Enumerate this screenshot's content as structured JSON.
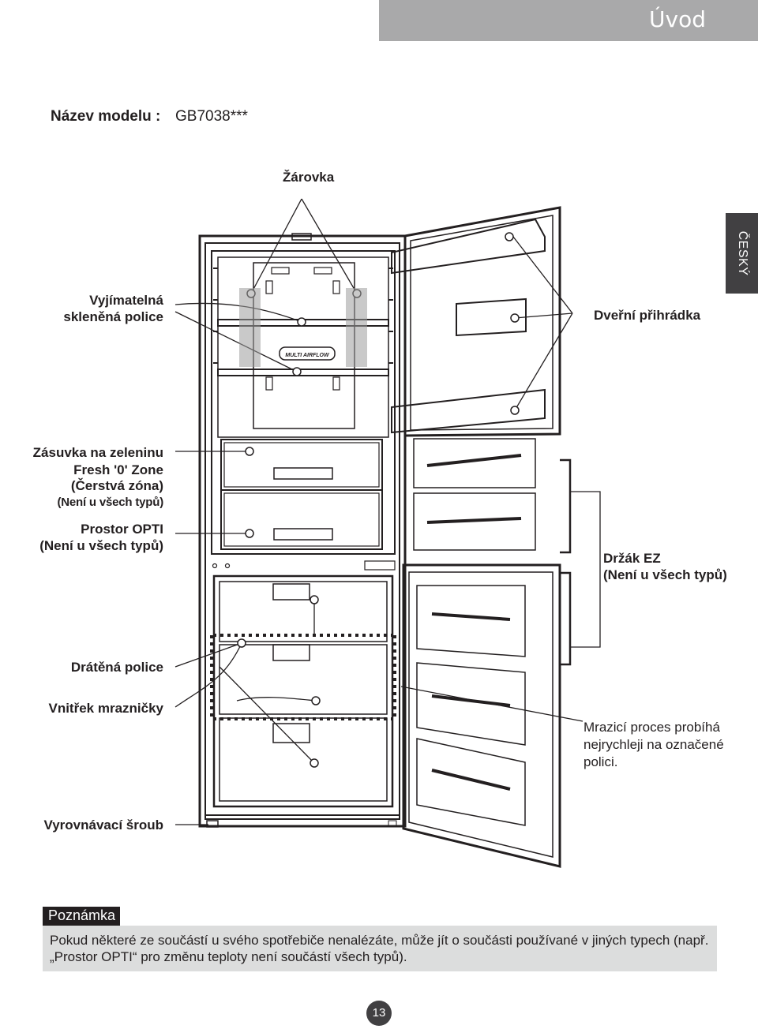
{
  "header": {
    "title": "Úvod"
  },
  "language_tab": {
    "label": "ČESKÝ"
  },
  "model": {
    "label": "Název modelu :",
    "value": "GB7038***"
  },
  "labels": {
    "bulb": "Žárovka",
    "glass_shelf_1": "Vyjímatelná",
    "glass_shelf_2": "skleněná police",
    "door_bin": "Dveřní přihrádka",
    "veg_drawer": "Zásuvka na zeleninu",
    "fresh_zone_1": "Fresh '0' Zone",
    "fresh_zone_2": "(Čerstvá zóna)",
    "fresh_zone_3": "(Není u všech typů)",
    "opti_1": "Prostor OPTI",
    "opti_2": "(Není u všech typů)",
    "ez_handle_1": "Držák EZ",
    "ez_handle_2": "(Není u všech typů)",
    "wire_shelf": "Drátěná police",
    "freezer_inside": "Vnitřek mrazničky",
    "freeze_note_1": "Mrazicí proces probíhá",
    "freeze_note_2": "nejrychleji na označené",
    "freeze_note_3": "polici.",
    "leveling_screw": "Vyrovnávací šroub",
    "airflow": "MULTI AIRFLOW"
  },
  "note": {
    "badge": "Poznámka",
    "text": "Pokud některé ze součástí u svého spotřebiče nenalézáte, může jít o součásti používané v jiných typech (např. „Prostor OPTI“ pro změnu teploty není součástí všech typů)."
  },
  "page_number": "13"
}
